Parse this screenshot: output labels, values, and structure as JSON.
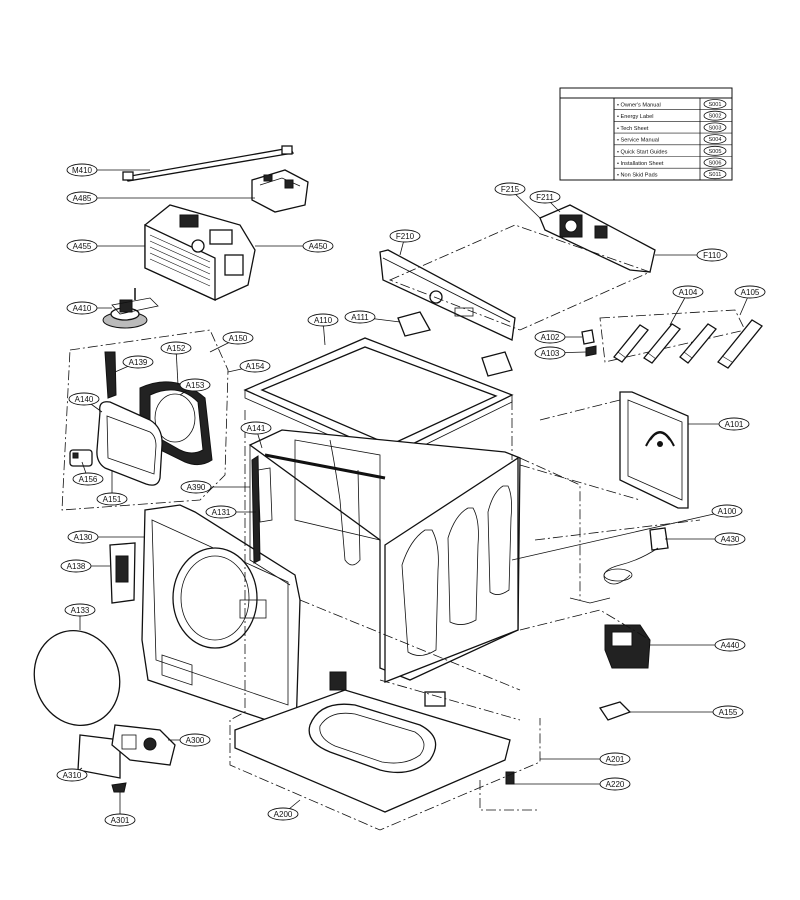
{
  "legend": {
    "items": [
      {
        "text": "• Owner's Manual",
        "code": "S001"
      },
      {
        "text": "• Energy Label",
        "code": "S002"
      },
      {
        "text": "• Tech Sheet",
        "code": "S003"
      },
      {
        "text": "• Service Manual",
        "code": "S004"
      },
      {
        "text": "• Quick Start Guides",
        "code": "S005"
      },
      {
        "text": "• Installation Sheet",
        "code": "S006"
      },
      {
        "text": "• Non Skid Pads",
        "code": "S011"
      }
    ]
  },
  "callouts": [
    "M410",
    "A485",
    "A455",
    "A450",
    "A410",
    "A150",
    "A152",
    "A139",
    "A153",
    "A154",
    "A140",
    "A156",
    "A151",
    "A130",
    "A138",
    "A133",
    "A300",
    "A310",
    "A301",
    "A141",
    "A390",
    "A131",
    "A110",
    "A111",
    "F210",
    "F215",
    "F211",
    "F110",
    "A102",
    "A103",
    "A104",
    "A105",
    "A101",
    "A100",
    "A430",
    "A440",
    "A155",
    "A201",
    "A220",
    "A200"
  ]
}
